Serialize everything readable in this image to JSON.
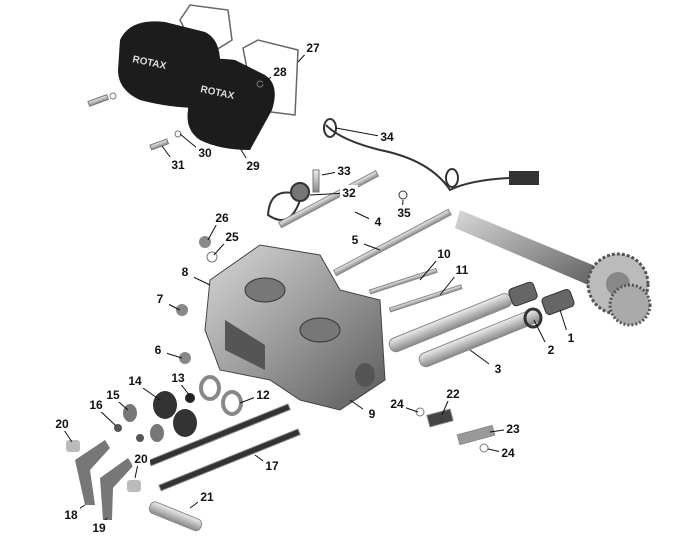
{
  "diagram": {
    "type": "exploded parts view",
    "logo_text": "ROTAX",
    "callouts": [
      "27",
      "28",
      "29",
      "30",
      "31",
      "34",
      "33",
      "32",
      "35",
      "4",
      "26",
      "25",
      "5",
      "8",
      "10",
      "11",
      "7",
      "1",
      "2",
      "6",
      "3",
      "13",
      "14",
      "15",
      "12",
      "16",
      "22",
      "24",
      "9",
      "20",
      "23",
      "24",
      "17",
      "20",
      "21",
      "18",
      "19"
    ]
  }
}
